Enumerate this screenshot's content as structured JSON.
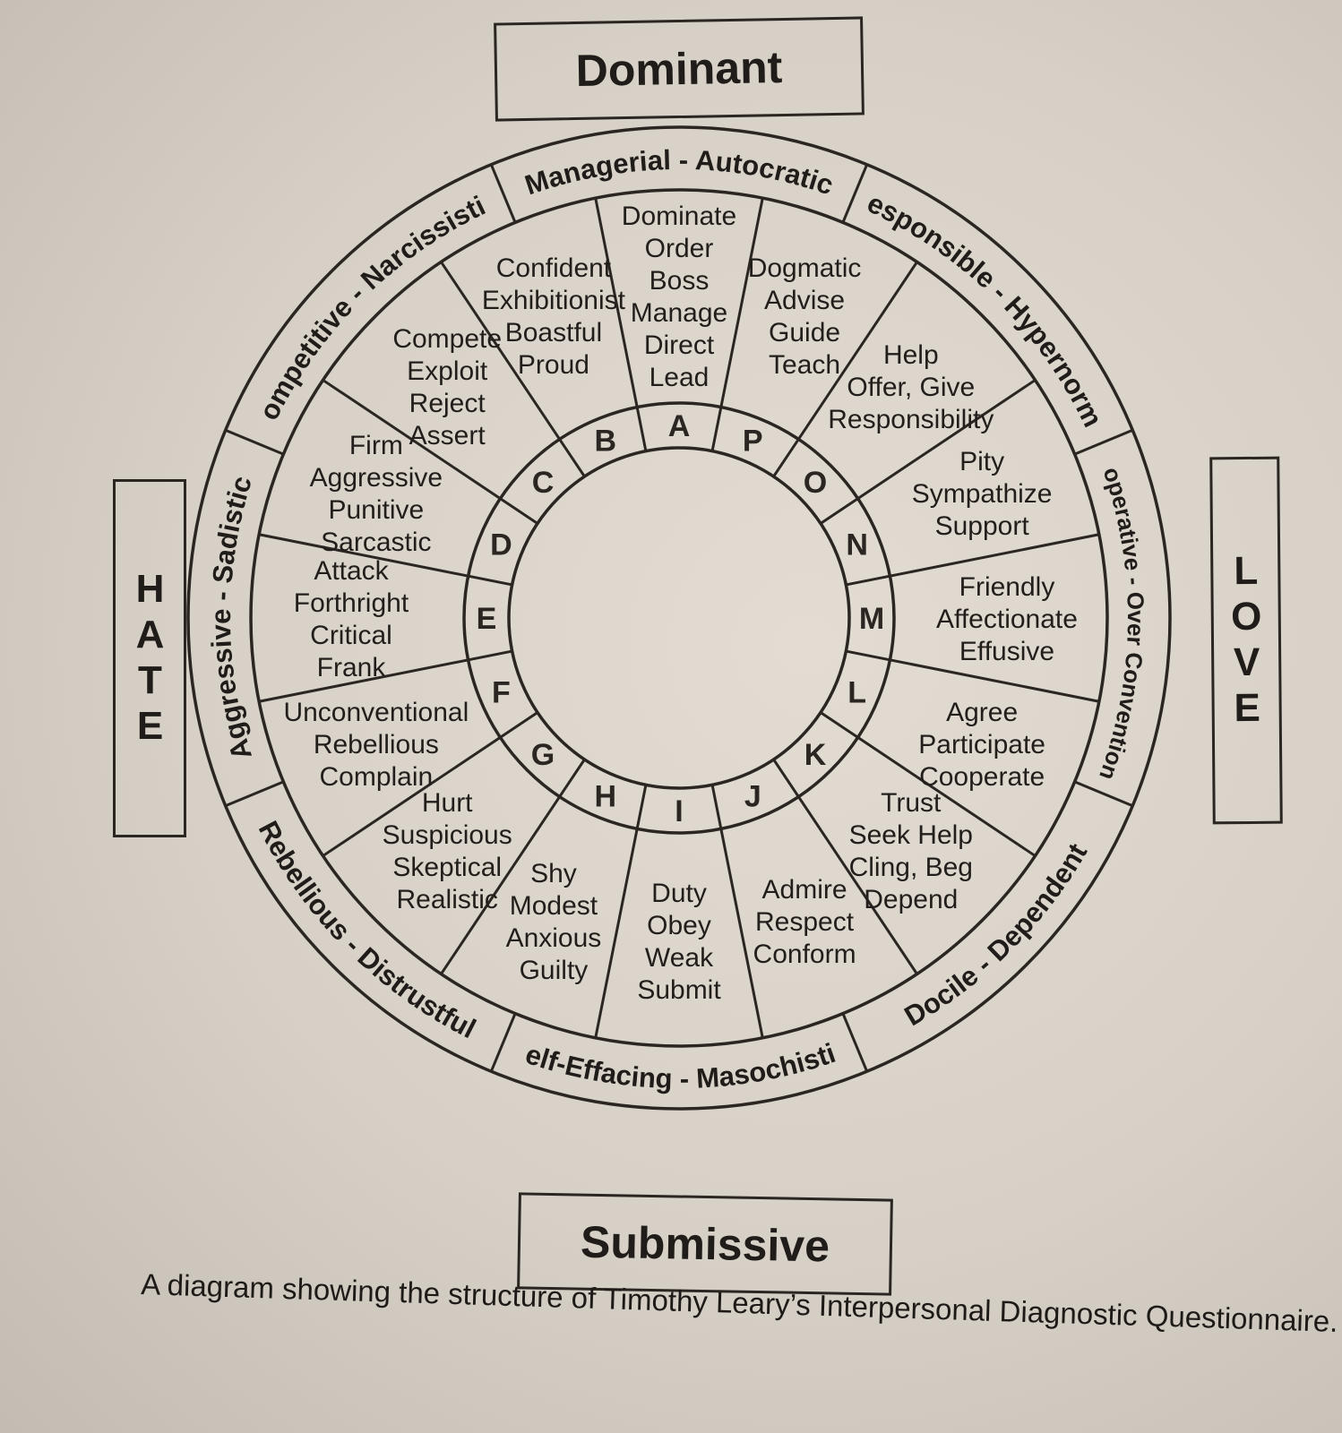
{
  "axes": {
    "dominant": "Dominant",
    "submissive": "Submissive",
    "hate": "HATE",
    "love": "LOVE"
  },
  "inner_letters": [
    "A",
    "P",
    "O",
    "N",
    "M",
    "L",
    "K",
    "J",
    "I",
    "H",
    "G",
    "F",
    "E",
    "D",
    "C",
    "B"
  ],
  "octants": [
    "Managerial - Autocratic",
    "Responsible - Hypernormal",
    "Cooperative - Over Conventional",
    "Docile - Dependent",
    "Self-Effacing - Masochistic",
    "Rebellious - Distrustful",
    "Aggressive - Sadistic",
    "Competitive - Narcissistic"
  ],
  "segments": [
    [
      "Dominate",
      "Order",
      "Boss",
      "Manage",
      "Direct",
      "Lead"
    ],
    [
      "Dogmatic",
      "Advise",
      "Guide",
      "Teach"
    ],
    [
      "Help",
      "Offer, Give",
      "Responsibility"
    ],
    [
      "Pity",
      "Sympathize",
      "Support"
    ],
    [
      "Friendly",
      "Affectionate",
      "Effusive"
    ],
    [
      "Agree",
      "Participate",
      "Cooperate"
    ],
    [
      "Trust",
      "Seek Help",
      "Cling, Beg",
      "Depend"
    ],
    [
      "Admire",
      "Respect",
      "Conform"
    ],
    [
      "Duty",
      "Obey",
      "Weak",
      "Submit"
    ],
    [
      "Shy",
      "Modest",
      "Anxious",
      "Guilty"
    ],
    [
      "Hurt",
      "Suspicious",
      "Skeptical",
      "Realistic"
    ],
    [
      "Unconventional",
      "Rebellious",
      "Complain"
    ],
    [
      "Attack",
      "Forthright",
      "Critical",
      "Frank"
    ],
    [
      "Firm",
      "Aggressive",
      "Punitive",
      "Sarcastic"
    ],
    [
      "Compete",
      "Exploit",
      "Reject",
      "Assert"
    ],
    [
      "Confident",
      "Exhibitionist",
      "Boastful",
      "Proud"
    ]
  ],
  "caption": "A diagram showing the structure of Timothy Leary’s Interpersonal Diagnostic Questionnaire.",
  "colors": {
    "ink": "#2b2622",
    "paper": "#ddd7cd"
  }
}
